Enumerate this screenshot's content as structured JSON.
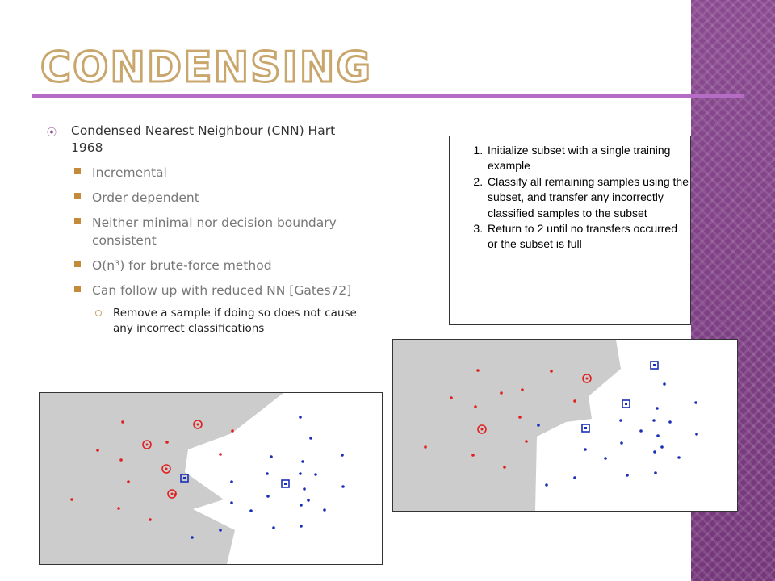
{
  "slide": {
    "title": "Condensing",
    "bullets": {
      "main": "Condensed Nearest Neighbour (CNN) Hart 1968",
      "sub": [
        "Incremental",
        "Order dependent",
        "Neither minimal nor decision boundary consistent",
        "O(n³) for brute-force method",
        "Can follow up with reduced NN [Gates72]"
      ],
      "subsub": "Remove a sample if doing so does not cause any incorrect classifications"
    },
    "algorithm_steps": [
      "Initialize subset with a single training example",
      "Classify all remaining samples using the subset, and transfer any incorrectly classified samples to the subset",
      "Return to 2 until no transfers occurred or the subset is full"
    ],
    "colors": {
      "accent": "#8a4a90",
      "title_outline": "#c8a66c",
      "rule": "#b46cc4",
      "class_red": "#e02020",
      "class_blue": "#1a2fb8",
      "region_gray": "#cccccc"
    }
  }
}
